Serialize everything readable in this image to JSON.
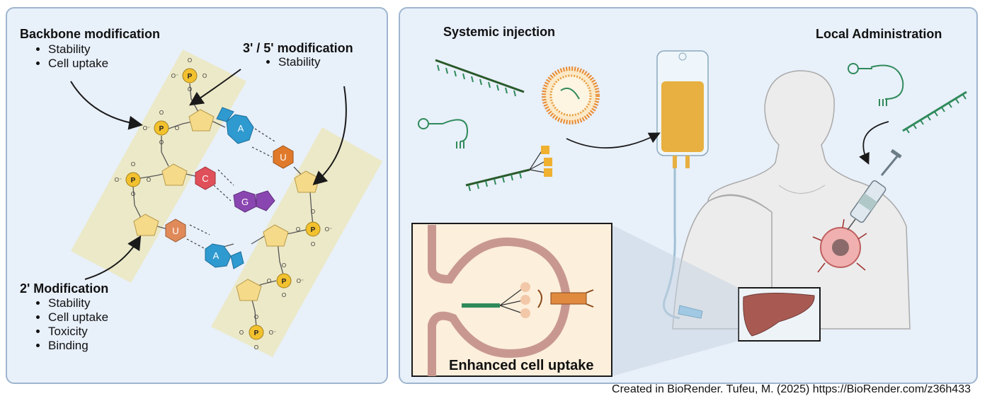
{
  "left": {
    "backbone": {
      "title": "Backbone modification",
      "items": [
        "Stability",
        "Cell uptake"
      ]
    },
    "end_mod": {
      "title": "3' / 5' modification",
      "items": [
        "Stability"
      ]
    },
    "two_prime": {
      "title": "2' Modification",
      "items": [
        "Stability",
        "Cell uptake",
        "Toxicity",
        "Binding"
      ]
    },
    "bases": {
      "a1": "A",
      "u1": "U",
      "c": "C",
      "g": "G",
      "u2": "U",
      "a2": "A"
    },
    "phosphate": "P",
    "oxygen": "O",
    "oxygen_minus": "O⁻"
  },
  "right": {
    "systemic": "Systemic injection",
    "local": "Local Administration",
    "uptake": "Enhanced cell uptake"
  },
  "credit": "Created in BioRender. Tufeu, M. (2025) https://BioRender.com/z36h433",
  "colors": {
    "panel_bg": "#e8f0fa",
    "strand_band": "#ece9c8",
    "sugar": "#f5da8a",
    "phosphate": "#f2c12e",
    "adenine": "#2e9ad0",
    "uracil": "#e07a2a",
    "cytosine": "#e0505a",
    "guanine": "#8a46b0",
    "rna_green": "#2f8a5a",
    "skin": "#ececec",
    "liver": "#a85a52",
    "iv_bag": "#e8b040",
    "membrane": "#c89890"
  }
}
